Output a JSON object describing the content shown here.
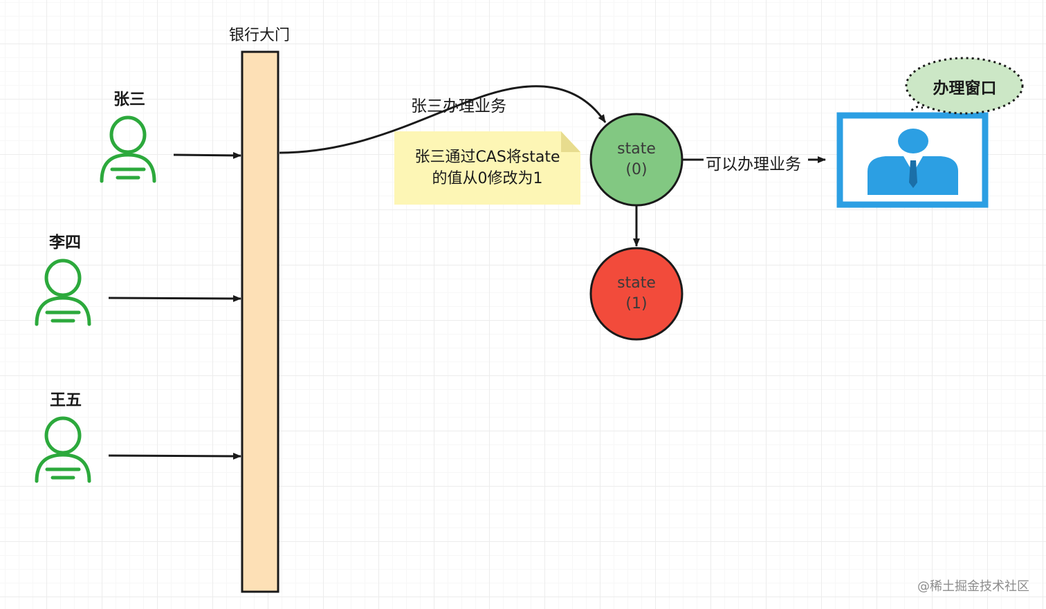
{
  "gate": {
    "label": "银行大门"
  },
  "people": [
    {
      "name": "张三"
    },
    {
      "name": "李四"
    },
    {
      "name": "王五"
    }
  ],
  "flow": {
    "enter_label": "张三办理业务",
    "proceed_label": "可以办理业务"
  },
  "note": {
    "line1": "张三通过CAS将state",
    "line2": "的值从0修改为1"
  },
  "states": [
    {
      "label": "state",
      "value": "(0)",
      "color": "#82c882"
    },
    {
      "label": "state",
      "value": "(1)",
      "color": "#f24b3b"
    }
  ],
  "window": {
    "bubble_label": "办理窗口"
  },
  "colors": {
    "person": "#2ca93c",
    "gate_fill": "#fde0b6",
    "window_frame": "#2c9fe3",
    "bubble_fill": "#cce7c6"
  },
  "icons": {
    "person": "user-outline-icon",
    "clerk": "businessman-icon"
  },
  "watermark": "@稀土掘金技术社区"
}
